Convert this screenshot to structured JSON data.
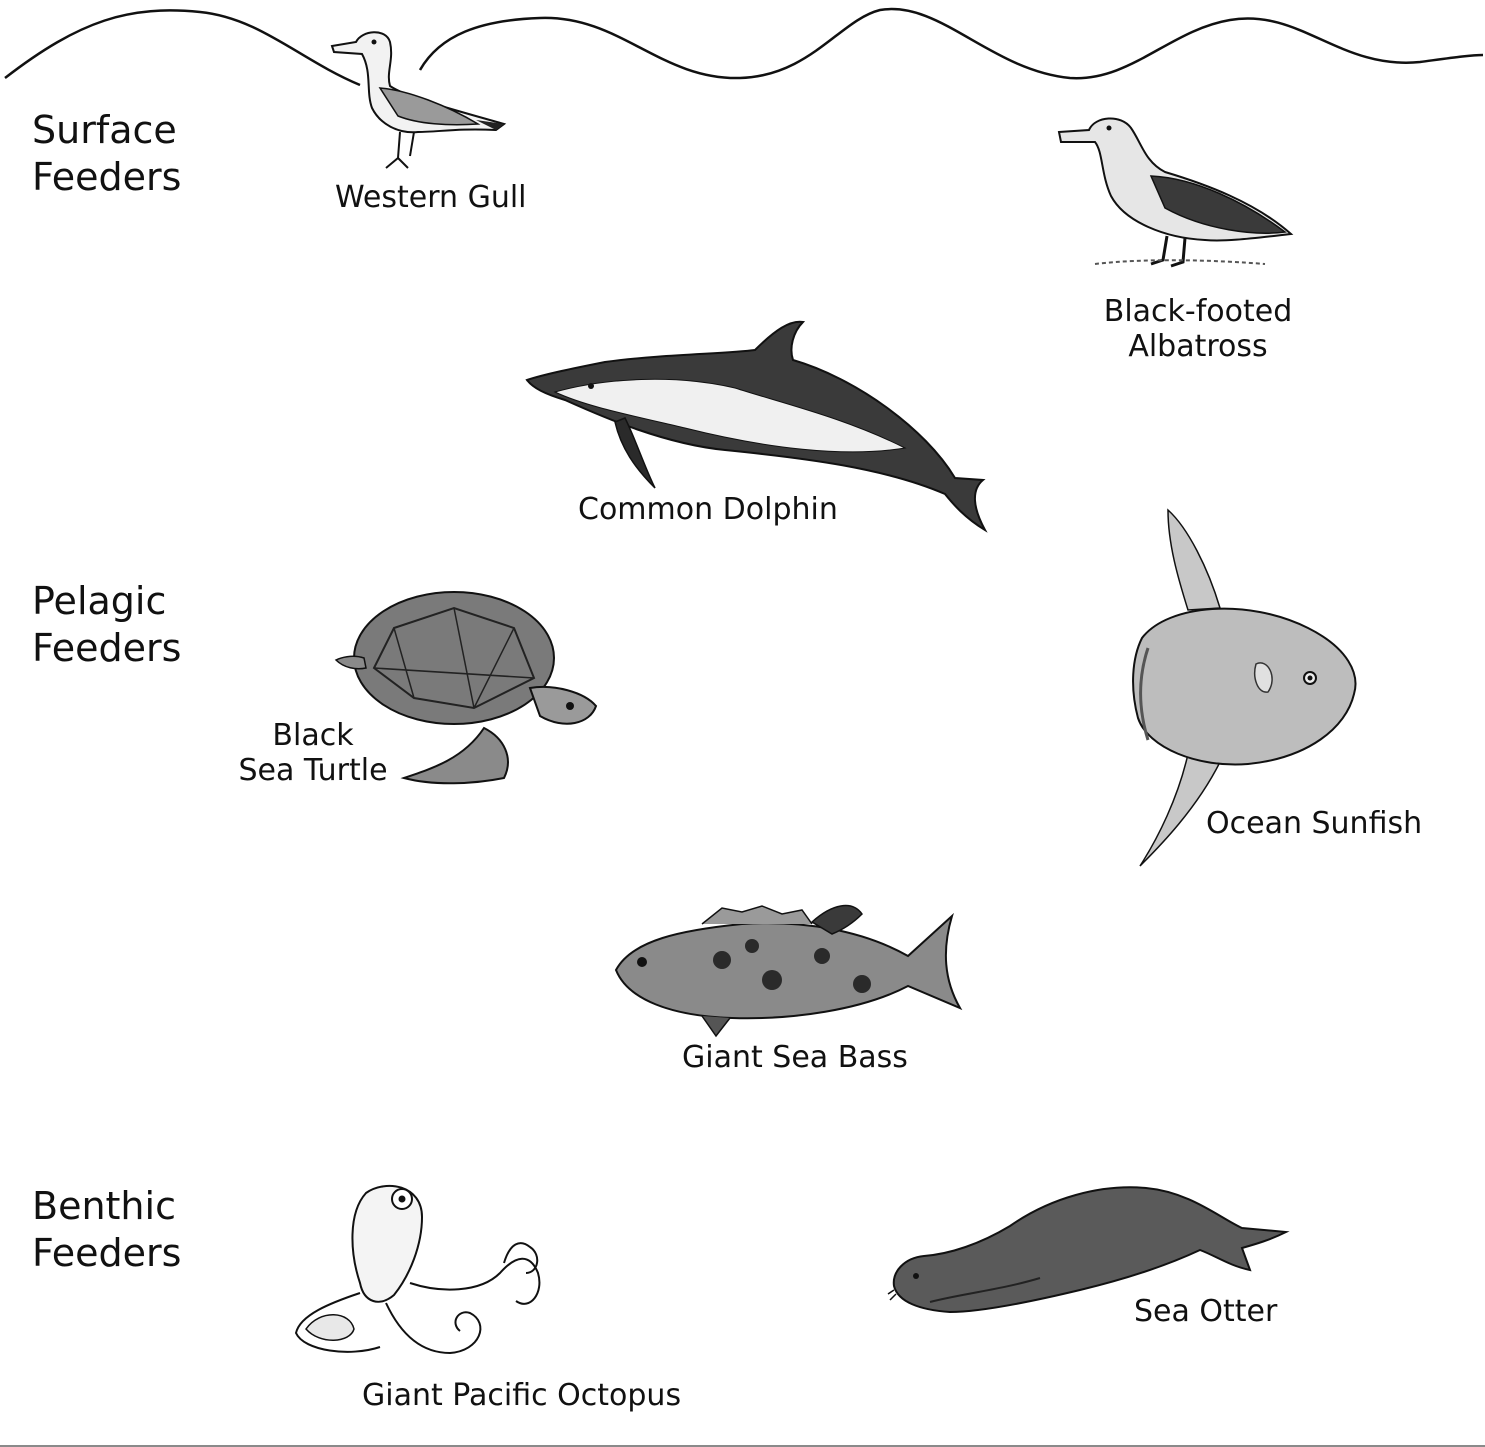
{
  "zones": [
    {
      "id": "surface",
      "line1": "Surface",
      "line2": "Feeders"
    },
    {
      "id": "pelagic",
      "line1": "Pelagic",
      "line2": "Feeders"
    },
    {
      "id": "benthic",
      "line1": "Benthic",
      "line2": "Feeders"
    }
  ],
  "animals": {
    "western_gull": {
      "line1": "Western Gull"
    },
    "albatross": {
      "line1": "Black-footed",
      "line2": "Albatross"
    },
    "dolphin": {
      "line1": "Common Dolphin"
    },
    "turtle": {
      "line1": "Black",
      "line2": "Sea Turtle"
    },
    "sunfish": {
      "line1": "Ocean Sunfish"
    },
    "sea_bass": {
      "line1": "Giant Sea Bass"
    },
    "octopus": {
      "line1": "Giant Pacific Octopus"
    },
    "sea_otter": {
      "line1": "Sea Otter"
    }
  },
  "colors": {
    "ink": "#111111",
    "shade": "#8c8c8c",
    "light": "#d9d9d9",
    "floor": "#8a8a8a"
  }
}
